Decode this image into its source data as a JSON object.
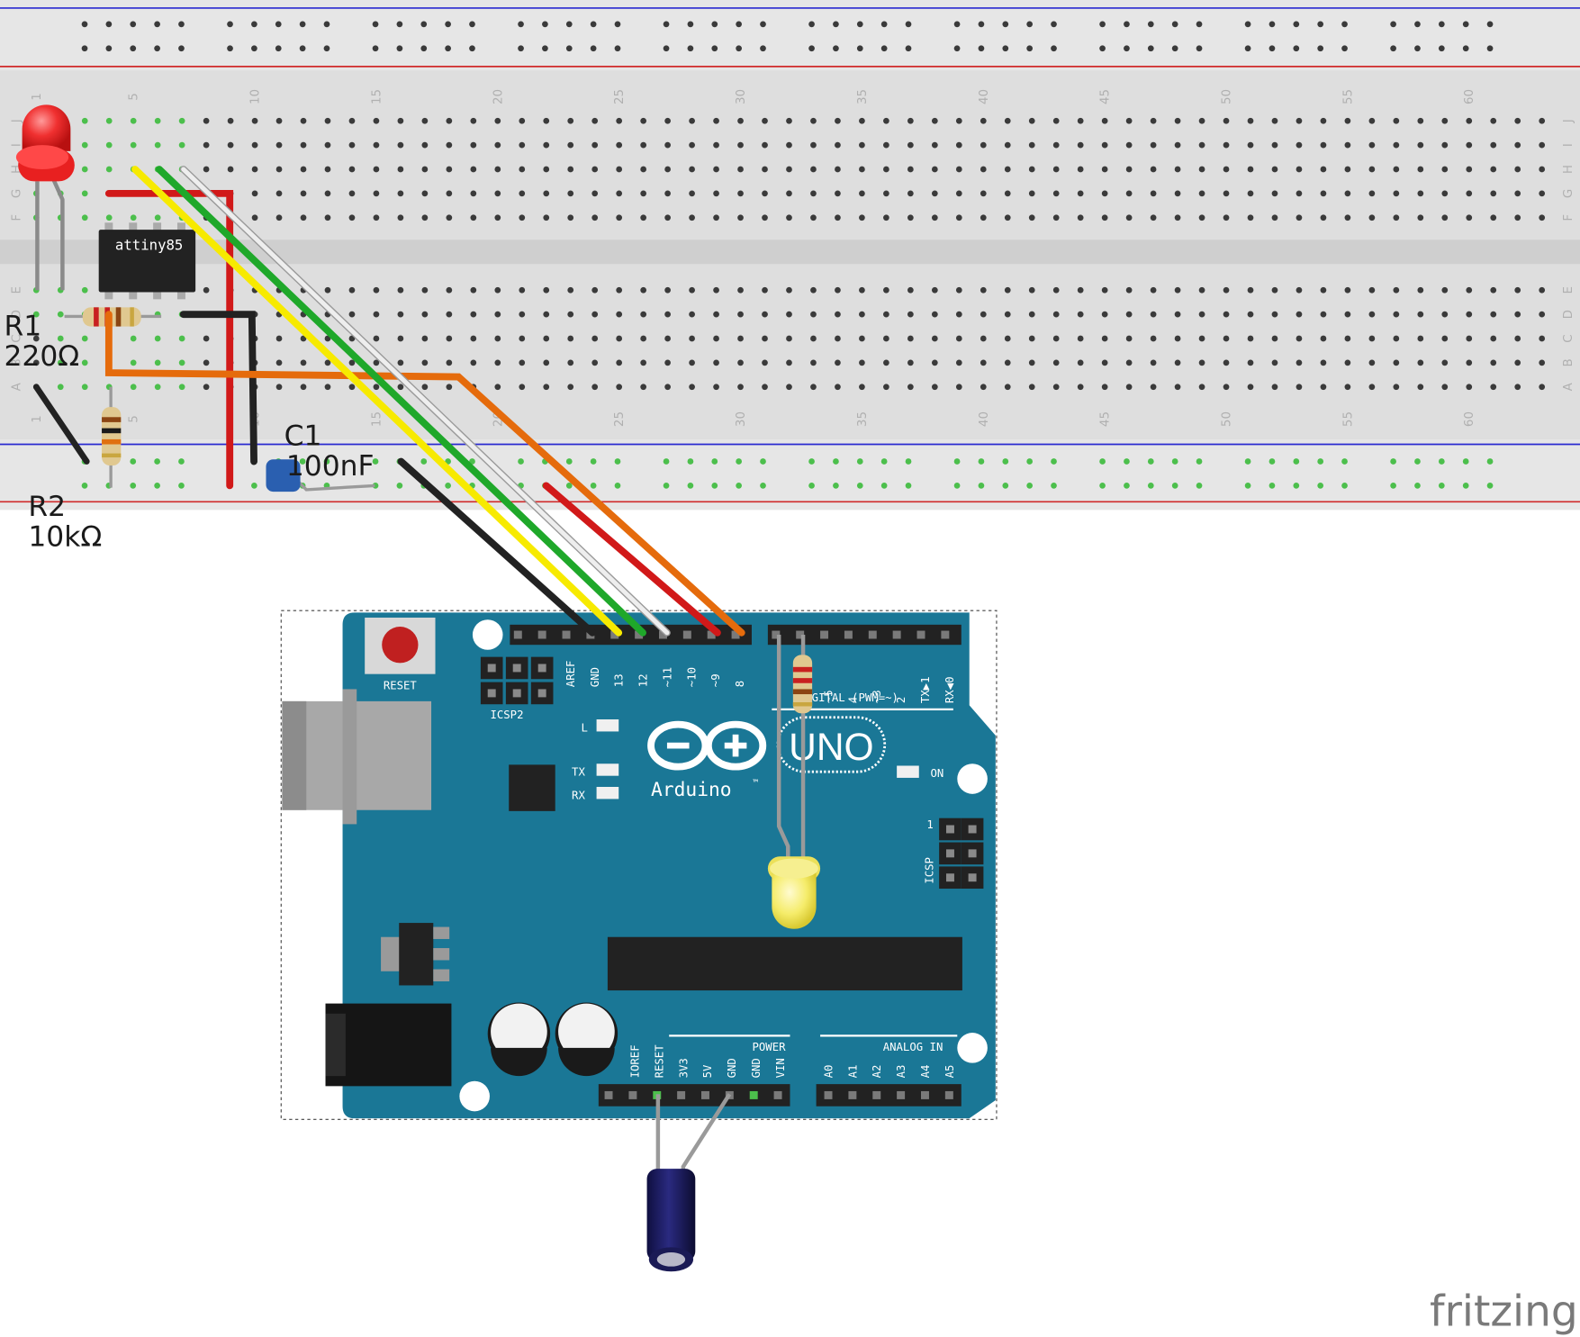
{
  "breadboard": {
    "column_numbers": [
      "1",
      "5",
      "10",
      "15",
      "20",
      "25",
      "30",
      "35",
      "40",
      "45",
      "50",
      "55",
      "60"
    ],
    "row_letters_top": [
      "J",
      "I",
      "H",
      "G",
      "F"
    ],
    "row_letters_bottom": [
      "E",
      "D",
      "C",
      "B",
      "A"
    ]
  },
  "chip": {
    "label": "attiny85"
  },
  "components": {
    "r1": {
      "name": "R1",
      "value": "220Ω"
    },
    "r2": {
      "name": "R2",
      "value": "10kΩ"
    },
    "c1": {
      "name": "C1",
      "value": "100nF"
    }
  },
  "arduino": {
    "reset_label": "RESET",
    "icsp2_label": "ICSP2",
    "icsp_label": "ICSP",
    "icsp_pin1": "1",
    "digital_pins": [
      "AREF",
      "GND",
      "13",
      "12",
      "~11",
      "~10",
      "~9",
      "8"
    ],
    "digital_pins_right": [
      "7",
      "~6",
      "~5",
      "4",
      "~3",
      "2",
      "TX▶1",
      "RX◀0"
    ],
    "digital_label": "DIGITAL (PWM=~)",
    "l_label": "L",
    "tx_label": "TX",
    "rx_label": "RX",
    "on_label": "ON",
    "logo_text": "Arduino",
    "tm": "™",
    "uno_text": "UNO",
    "power_label": "POWER",
    "analog_label": "ANALOG IN",
    "power_pins": [
      "IOREF",
      "RESET",
      "3V3",
      "5V",
      "GND",
      "GND",
      "VIN"
    ],
    "analog_pins": [
      "A0",
      "A1",
      "A2",
      "A3",
      "A4",
      "A5"
    ]
  },
  "watermark": "fritzing",
  "colors": {
    "board_blue": "#1a7796",
    "breadboard": "#dedede",
    "wire_red": "#d11919",
    "wire_black": "#222222",
    "wire_yellow": "#f7ea00",
    "wire_green": "#1fa82a",
    "wire_white": "#eeeeee",
    "wire_orange": "#e56b0c"
  }
}
